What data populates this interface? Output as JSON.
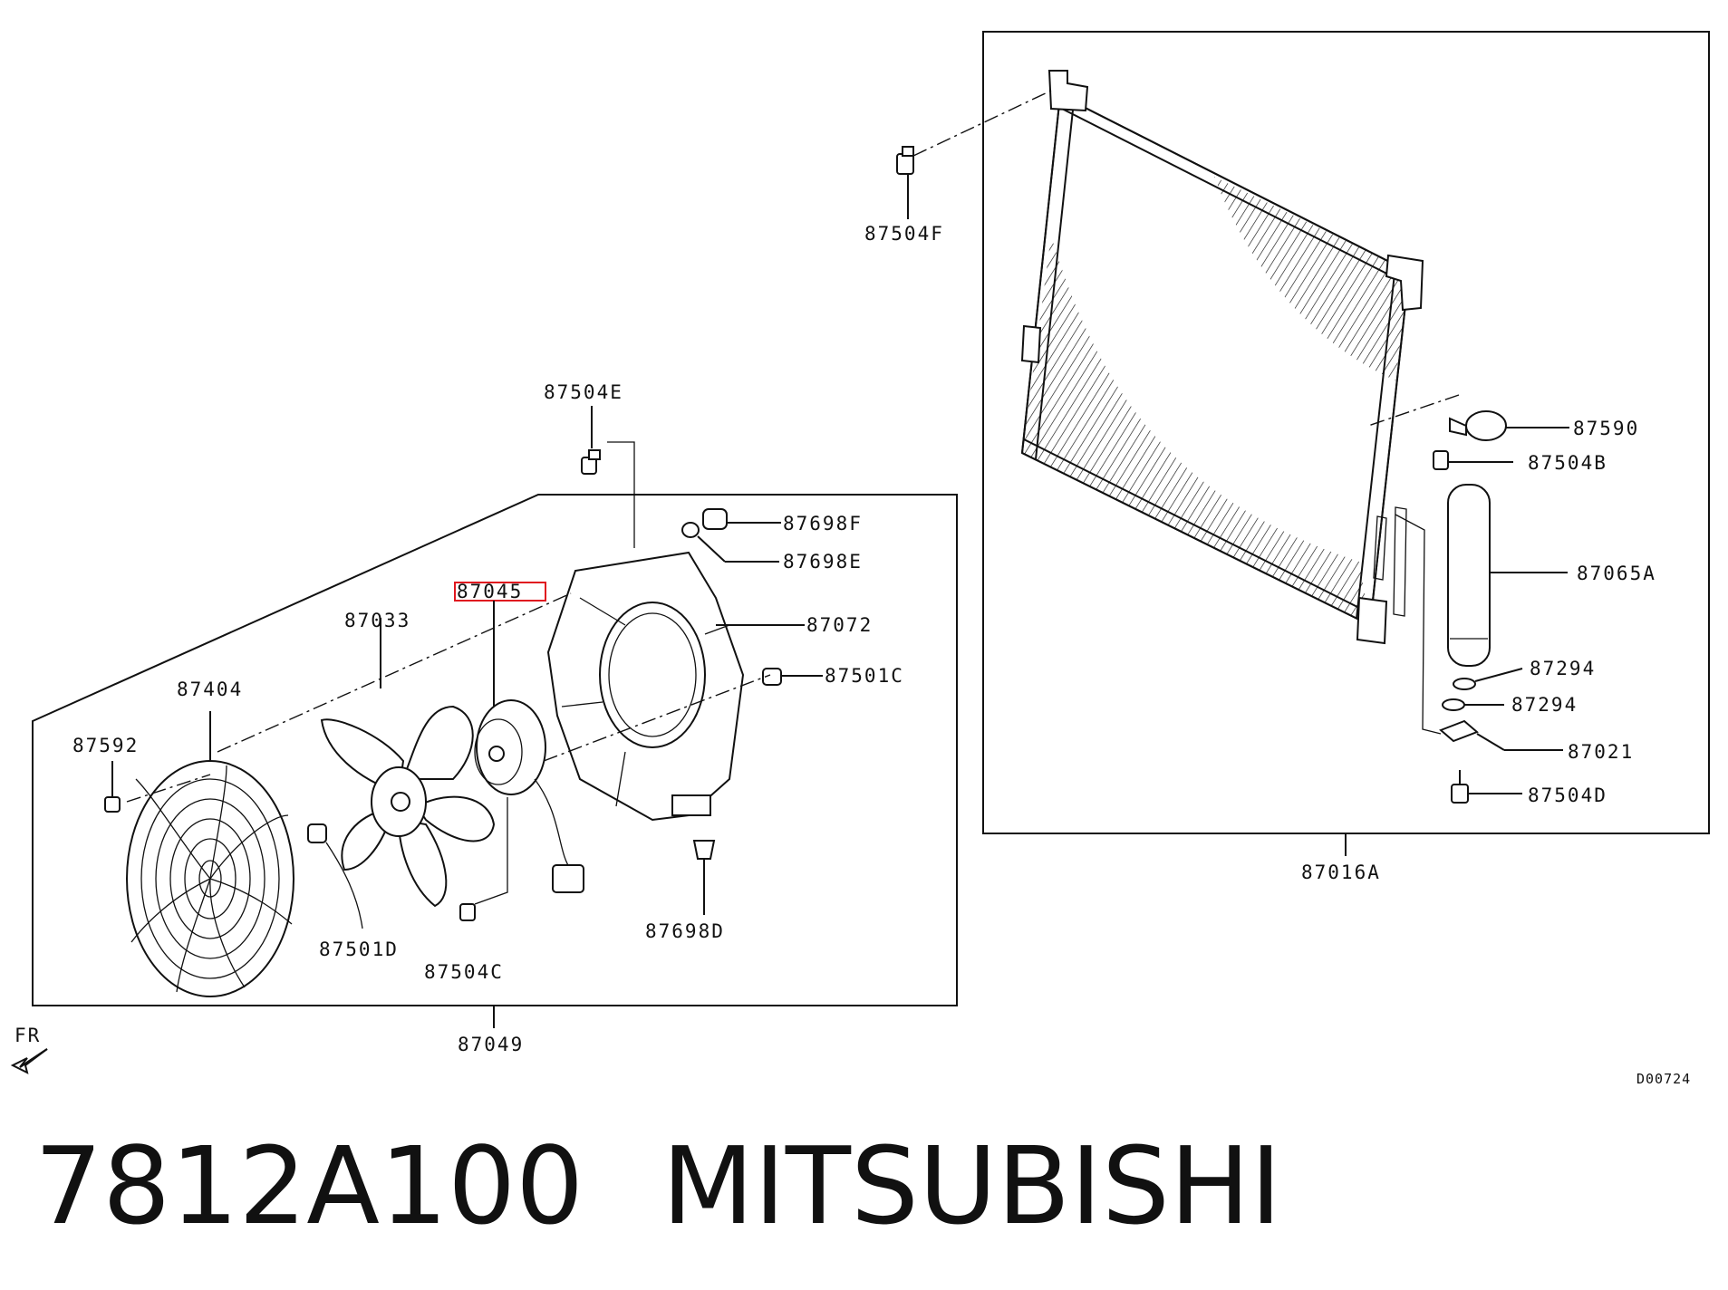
{
  "diagram": {
    "code": "D00724",
    "direction_label": "FR",
    "highlight_color": "#e0181f",
    "assemblies": {
      "fan_shroud": "87049",
      "condenser": "87016A"
    },
    "labels": {
      "p87504F": "87504F",
      "p87504E": "87504E",
      "p87698F": "87698F",
      "p87698E": "87698E",
      "p87045": "87045",
      "p87072": "87072",
      "p87033": "87033",
      "p87501C": "87501C",
      "p87404": "87404",
      "p87592": "87592",
      "p87501D": "87501D",
      "p87504C": "87504C",
      "p87698D": "87698D",
      "p87590": "87590",
      "p87504B": "87504B",
      "p87065A": "87065A",
      "p87294a": "87294",
      "p87294b": "87294",
      "p87021": "87021",
      "p87504D": "87504D"
    }
  },
  "title": {
    "part_number": "7812A100",
    "brand": "MITSUBISHI"
  }
}
